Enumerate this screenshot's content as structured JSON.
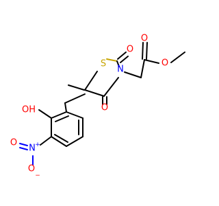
{
  "molecule": {
    "colors": {
      "carbon_bond": "#000000",
      "oxygen": "#ff0000",
      "nitrogen": "#0000ff",
      "sulfur": "#c6a400"
    },
    "labels": {
      "ring_sulfur": "S",
      "ring_nitrogen": "N",
      "ring_oxo_top": "O",
      "ring_oxo_bottom": "O",
      "ester_carbonyl_o": "O",
      "ester_ether_o": "O",
      "phenol_oh": "OH",
      "nitro_n": "N",
      "nitro_n_charge": "+",
      "nitro_o_double": "O",
      "nitro_o_single": "O",
      "nitro_o_charge": "−"
    }
  }
}
